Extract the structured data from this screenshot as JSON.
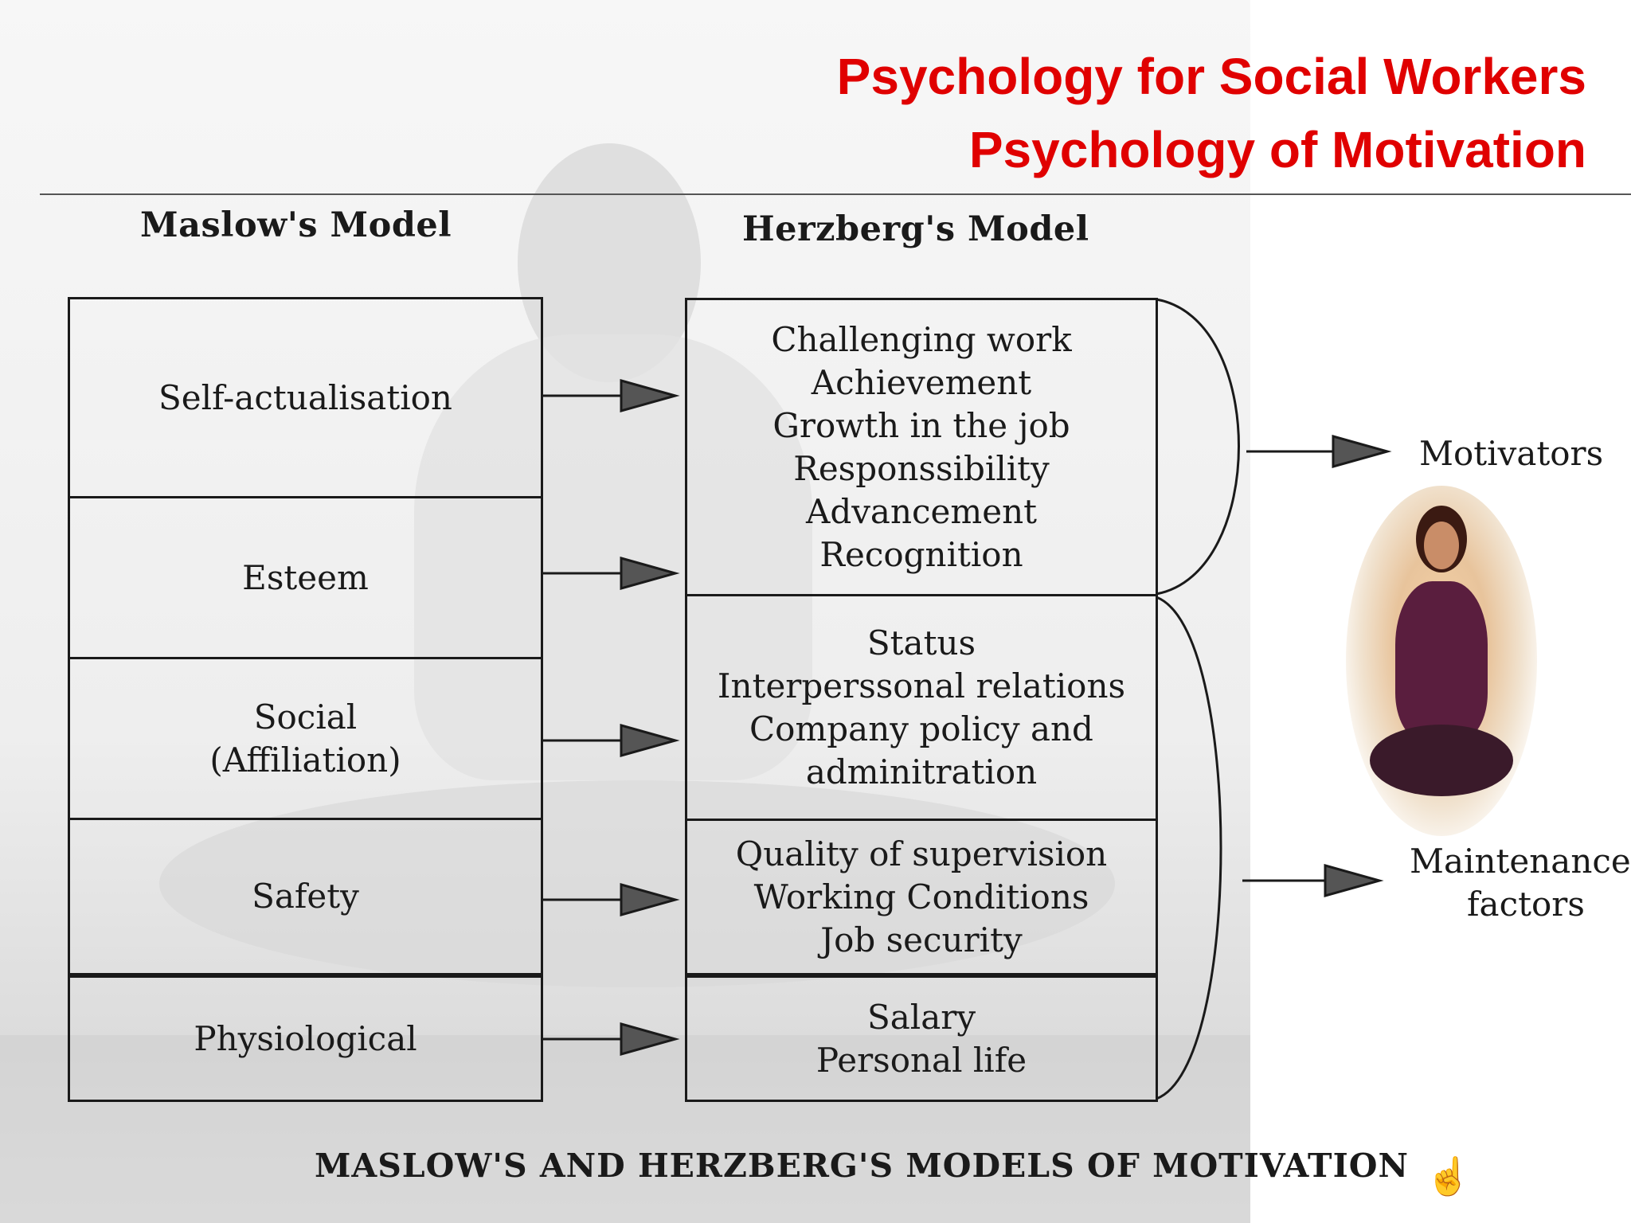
{
  "title": {
    "line1": "Psychology for Social Workers",
    "line2": "Psychology of Motivation"
  },
  "diagram": {
    "maslow_heading": "Maslow's Model",
    "herzberg_heading": "Herzberg's Model",
    "maslow_levels": [
      {
        "lines": [
          "Self-actualisation"
        ]
      },
      {
        "lines": [
          "Esteem"
        ]
      },
      {
        "lines": [
          "Social",
          "(Affiliation)"
        ]
      },
      {
        "lines": [
          "Safety"
        ]
      },
      {
        "lines": [
          "Physiological"
        ]
      }
    ],
    "herzberg_groups": [
      {
        "lines": [
          "Challenging work",
          "Achievement",
          "Growth in the job",
          "Responssibility",
          "Advancement",
          "Recognition"
        ]
      },
      {
        "lines": [
          "Status",
          "Interperssonal relations",
          "Company policy and",
          "adminitration"
        ]
      },
      {
        "lines": [
          "Quality of supervision",
          "Working Conditions",
          "Job security"
        ]
      },
      {
        "lines": [
          "Salary",
          "Personal life"
        ]
      }
    ],
    "motivators_label": "Motivators",
    "maintenance_label_line1": "Maintenance",
    "maintenance_label_line2": "factors",
    "caption": "MASLOW'S AND HERZBERG'S MODELS OF MOTIVATION"
  },
  "icons": {
    "cursor": "hand-pointer-icon"
  }
}
